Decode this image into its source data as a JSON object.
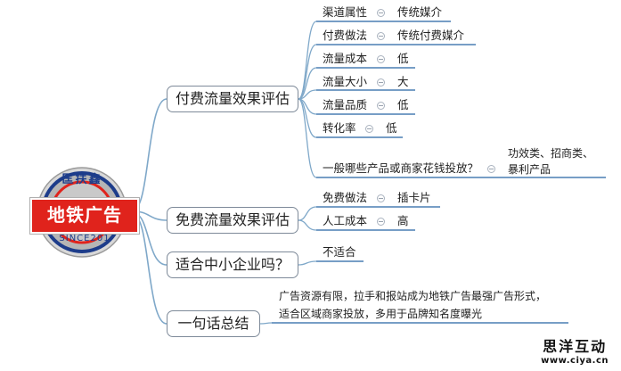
{
  "center": {
    "title": "地铁广告",
    "logo_top_text": "匡扶鑫",
    "logo_bottom_text": "SINCE201"
  },
  "branches": [
    {
      "label": "付费流量效果评估",
      "items": [
        {
          "key": "渠道属性",
          "value": "传统媒介"
        },
        {
          "key": "付费做法",
          "value": "传统付费媒介"
        },
        {
          "key": "流量成本",
          "value": "低"
        },
        {
          "key": "流量大小",
          "value": "大"
        },
        {
          "key": "流量品质",
          "value": "低"
        },
        {
          "key": "转化率",
          "value": "低"
        },
        {
          "key": "一般哪些产品或商家花钱投放？",
          "value": "功效类、招商类、暴利产品"
        }
      ]
    },
    {
      "label": "免费流量效果评估",
      "items": [
        {
          "key": "免费做法",
          "value": "插卡片"
        },
        {
          "key": "人工成本",
          "value": "高"
        }
      ]
    },
    {
      "label": "适合中小企业吗？",
      "items": [
        {
          "key": "不适合",
          "value": ""
        }
      ]
    },
    {
      "label": "一句话总结",
      "items": [
        {
          "key": "广告资源有限，拉手和报站成为地铁广告最强广告形式，适合区域商家投放，多用于品牌知名度曝光",
          "value": ""
        }
      ]
    }
  ],
  "summary_lines": [
    "广告资源有限，拉手和报站成为地铁广告最强广告形式，",
    "适合区域商家投放，多用于品牌知名度曝光"
  ],
  "value_line3": [
    "功效类、招商类、",
    "暴利产品"
  ],
  "watermark": {
    "name": "思洋互动",
    "url": "www.ciya.cn"
  },
  "colors": {
    "connector": "#7fa8c9",
    "underline": "#4a7fb3",
    "logo_red": "#e0231c",
    "logo_ring": "#1d3c8a"
  }
}
